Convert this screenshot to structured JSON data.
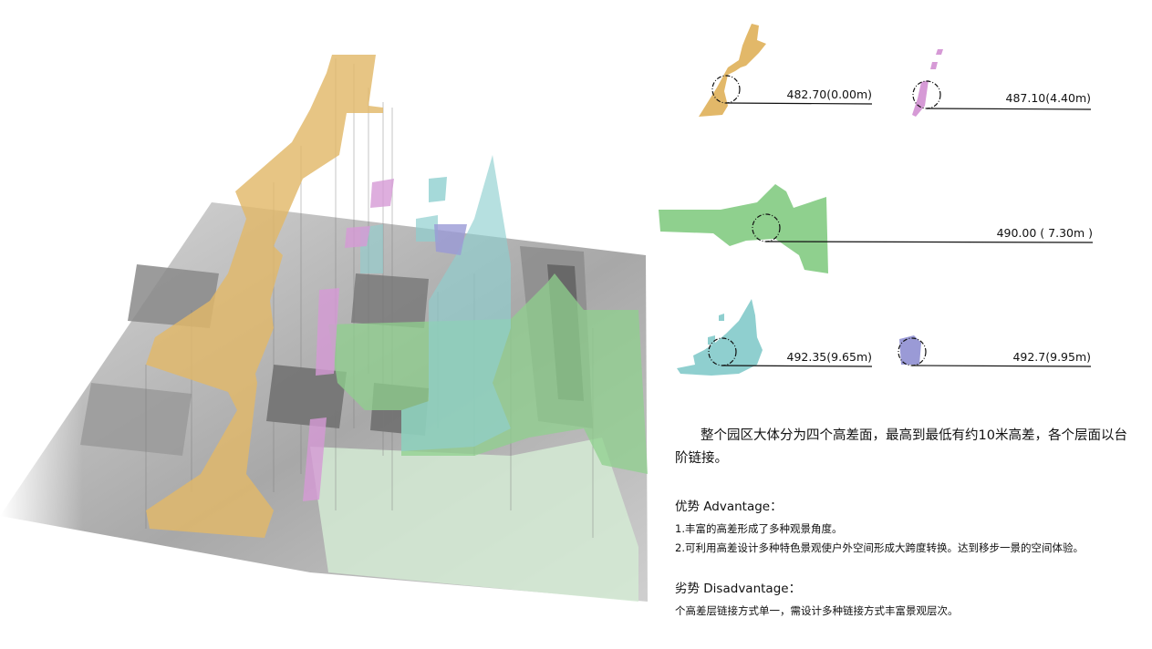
{
  "levels": [
    {
      "label": "482.70(0.00m)",
      "color": "#e2b869"
    },
    {
      "label": "487.10(4.40m)",
      "color": "#d69ad6"
    },
    {
      "label": "490.00 ( 7.30m )",
      "color": "#8fd08e"
    },
    {
      "label": "492.35(9.65m)",
      "color": "#8fcfcf"
    },
    {
      "label": "492.7(9.95m)",
      "color": "#9a9ad6"
    }
  ],
  "summary": "整个园区大体分为四个高差面，最高到最低有约10米高差，各个层面以台阶链接。",
  "advantage": {
    "heading": "优势 Advantage：",
    "items": [
      "1.丰富的高差形成了多种观景角度。",
      "2.可利用高差设计多种特色景观使户外空间形成大跨度转换。达到移步一景的空间体验。"
    ]
  },
  "disadvantage": {
    "heading": "劣势 Disadvantage：",
    "items": [
      "个高差层链接方式单一，需设计多种链接方式丰富景观层次。"
    ]
  }
}
